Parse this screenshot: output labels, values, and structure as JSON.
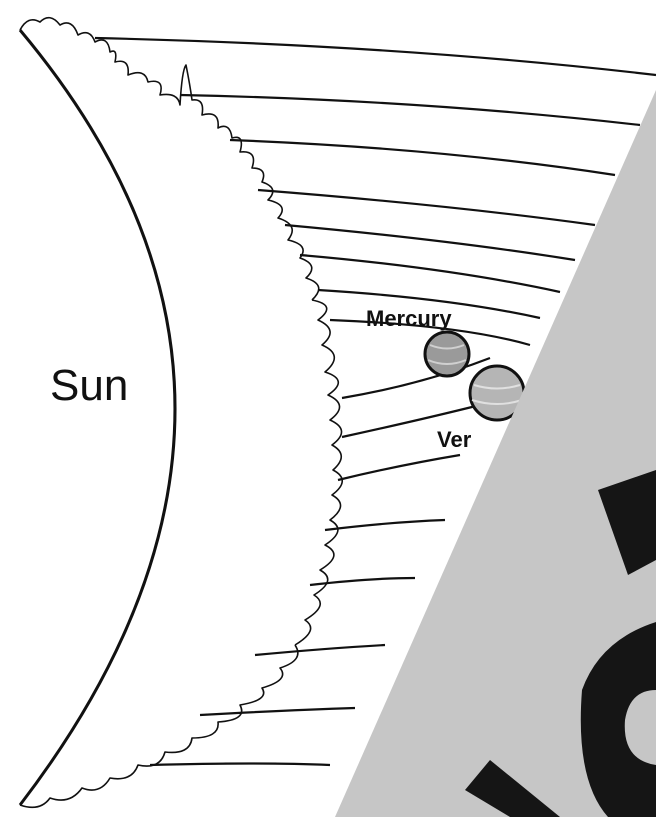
{
  "labels": {
    "sun": "Sun",
    "mercury": "Mercury",
    "venus_partial": "Ver"
  },
  "watermark": {
    "colors": {
      "panel": "#c6c6c6",
      "text": "#151515"
    }
  },
  "colors": {
    "background": "#ffffff",
    "line": "#111111",
    "mercury_fill": "#9a9a9a",
    "venus_fill": "#b5b5b5"
  }
}
